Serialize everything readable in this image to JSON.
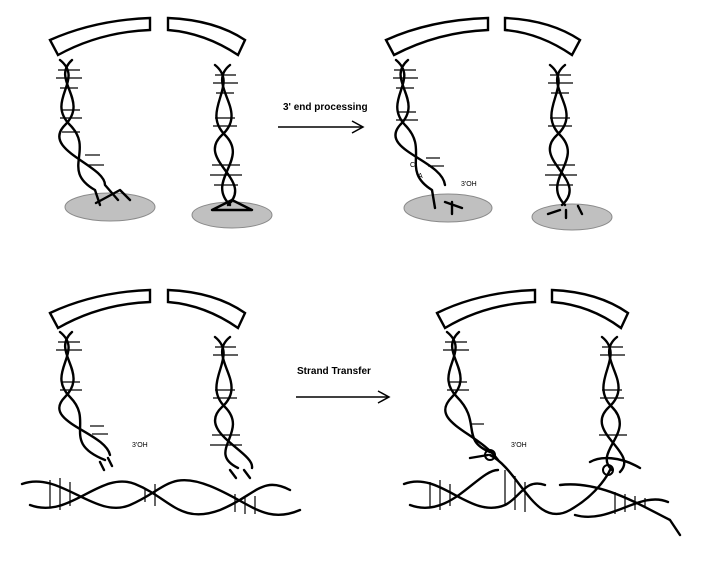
{
  "labels": {
    "step1_arrow": "3' end processing",
    "step2_arrow": "Strand Transfer",
    "processed_end": "3'OH",
    "base_c": "C",
    "base_a": "A",
    "transfer_end_left": "3'OH",
    "transfer_end_right": "3'OH"
  },
  "colors": {
    "ink": "#000000",
    "integrase_disc": "#c0c0c0",
    "background": "#ffffff"
  }
}
